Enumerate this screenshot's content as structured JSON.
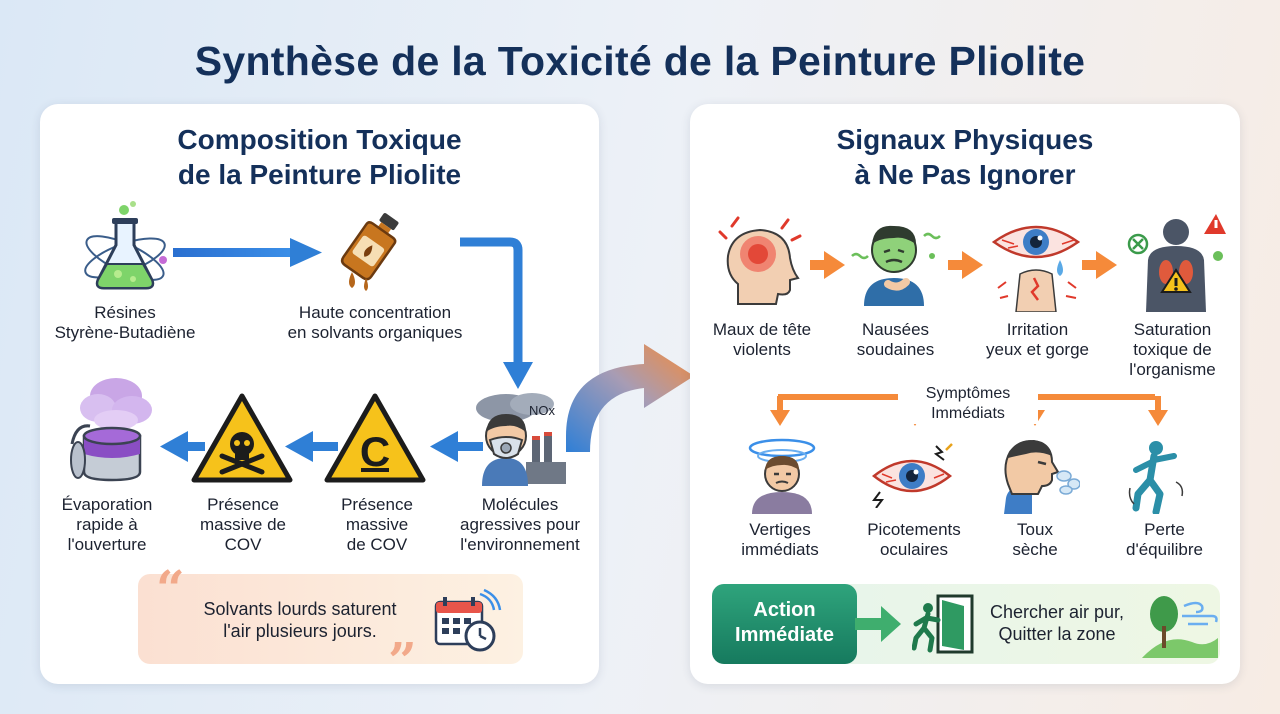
{
  "title": "Synthèse de la Toxicité de la Peinture Pliolite",
  "left_panel": {
    "title_line1": "Composition Toxique",
    "title_line2": "de la Peinture Pliolite",
    "steps": [
      {
        "line1": "Résines",
        "line2": "Styrène-Butadiène",
        "line3": "",
        "icon": "flask-atom-icon"
      },
      {
        "line1": "Haute concentration",
        "line2": "en solvants organiques",
        "line3": "",
        "icon": "solvent-bottle-icon"
      },
      {
        "line1": "Molécules",
        "line2": "agressives pour",
        "line3": "l'environnement",
        "icon": "masked-person-factory-icon"
      },
      {
        "line1": "Présence",
        "line2": "massive",
        "line3": "de COV",
        "icon": "corrosive-warning-icon"
      },
      {
        "line1": "Présence",
        "line2": "massive de",
        "line3": "COV",
        "icon": "toxic-skull-warning-icon"
      },
      {
        "line1": "Évaporation",
        "line2": "rapide à",
        "line3": "l'ouverture",
        "icon": "evaporating-can-icon"
      }
    ],
    "factory_badge": "NOx",
    "quote": {
      "line1": "Solvants lourds saturent",
      "line2": "l'air plusieurs jours.",
      "icon": "calendar-clock-icon"
    }
  },
  "right_panel": {
    "title_line1": "Signaux Physiques",
    "title_line2": "à Ne Pas Ignorer",
    "signals": [
      {
        "line1": "Maux de tête",
        "line2": "violents",
        "line3": "",
        "icon": "headache-icon"
      },
      {
        "line1": "Nausées",
        "line2": "soudaines",
        "line3": "",
        "icon": "nausea-icon"
      },
      {
        "line1": "Irritation",
        "line2": "yeux et gorge",
        "line3": "",
        "icon": "irritated-eye-throat-icon"
      },
      {
        "line1": "Saturation",
        "line2": "toxique de",
        "line3": "l'organisme",
        "icon": "body-saturation-icon"
      }
    ],
    "center_label_line1": "Symptômes",
    "center_label_line2": "Immédiats",
    "symptoms": [
      {
        "line1": "Vertiges",
        "line2": "immédiats",
        "icon": "dizziness-icon"
      },
      {
        "line1": "Picotements",
        "line2": "oculaires",
        "icon": "stinging-eye-icon"
      },
      {
        "line1": "Toux",
        "line2": "sèche",
        "icon": "cough-icon"
      },
      {
        "line1": "Perte",
        "line2": "d'équilibre",
        "icon": "loss-of-balance-icon"
      }
    ],
    "action": {
      "button_line1": "Action",
      "button_line2": "Immédiate",
      "text_line1": "Chercher air pur,",
      "text_line2": "Quitter la zone",
      "exit_icon": "emergency-exit-icon",
      "fresh_air_icon": "fresh-air-icon"
    }
  },
  "colors": {
    "title": "#14305a",
    "blue_arrow": "#2f7fd6",
    "orange_arrow": "#f58a3a",
    "action_green": "#1f8c68",
    "warning_yellow": "#f6c21b"
  }
}
